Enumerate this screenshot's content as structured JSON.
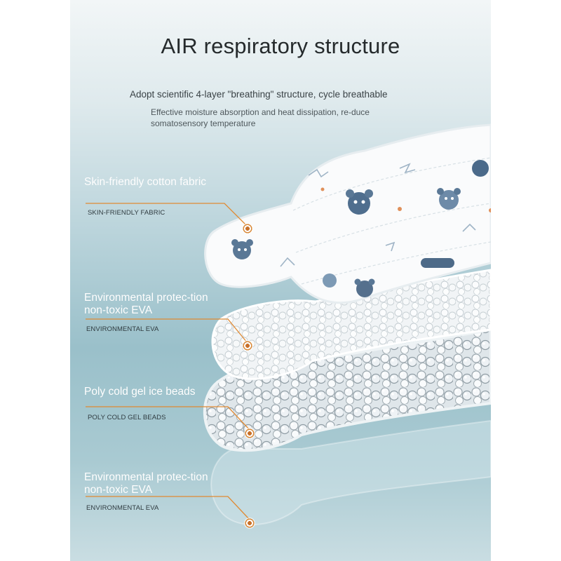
{
  "header": {
    "title": "AIR respiratory structure",
    "subtitle": "Adopt scientific 4-layer \"breathing\" structure, cycle breathable",
    "subnote": "Effective moisture absorption and heat dissipation, re-duce somatosensory temperature"
  },
  "layers": [
    {
      "label": "Skin-friendly cotton fabric",
      "caption": "SKIN-FRIENDLY FABRIC",
      "icon": "target-dot-icon"
    },
    {
      "label": "Environmental protec-tion non-toxic EVA",
      "caption": "ENVIRONMENTAL EVA",
      "icon": "target-dot-icon"
    },
    {
      "label": "Poly cold gel ice beads",
      "caption": "POLY COLD GEL BEADS",
      "icon": "target-dot-icon"
    },
    {
      "label": "Environmental protec-tion non-toxic EVA",
      "caption": "ENVIRONMENTAL EVA",
      "icon": "target-dot-icon"
    }
  ],
  "colors": {
    "accent": "#e08a33",
    "background_top": "#f2f6f7",
    "background_bottom": "#9ac0ca",
    "label_text": "#ffffff"
  }
}
